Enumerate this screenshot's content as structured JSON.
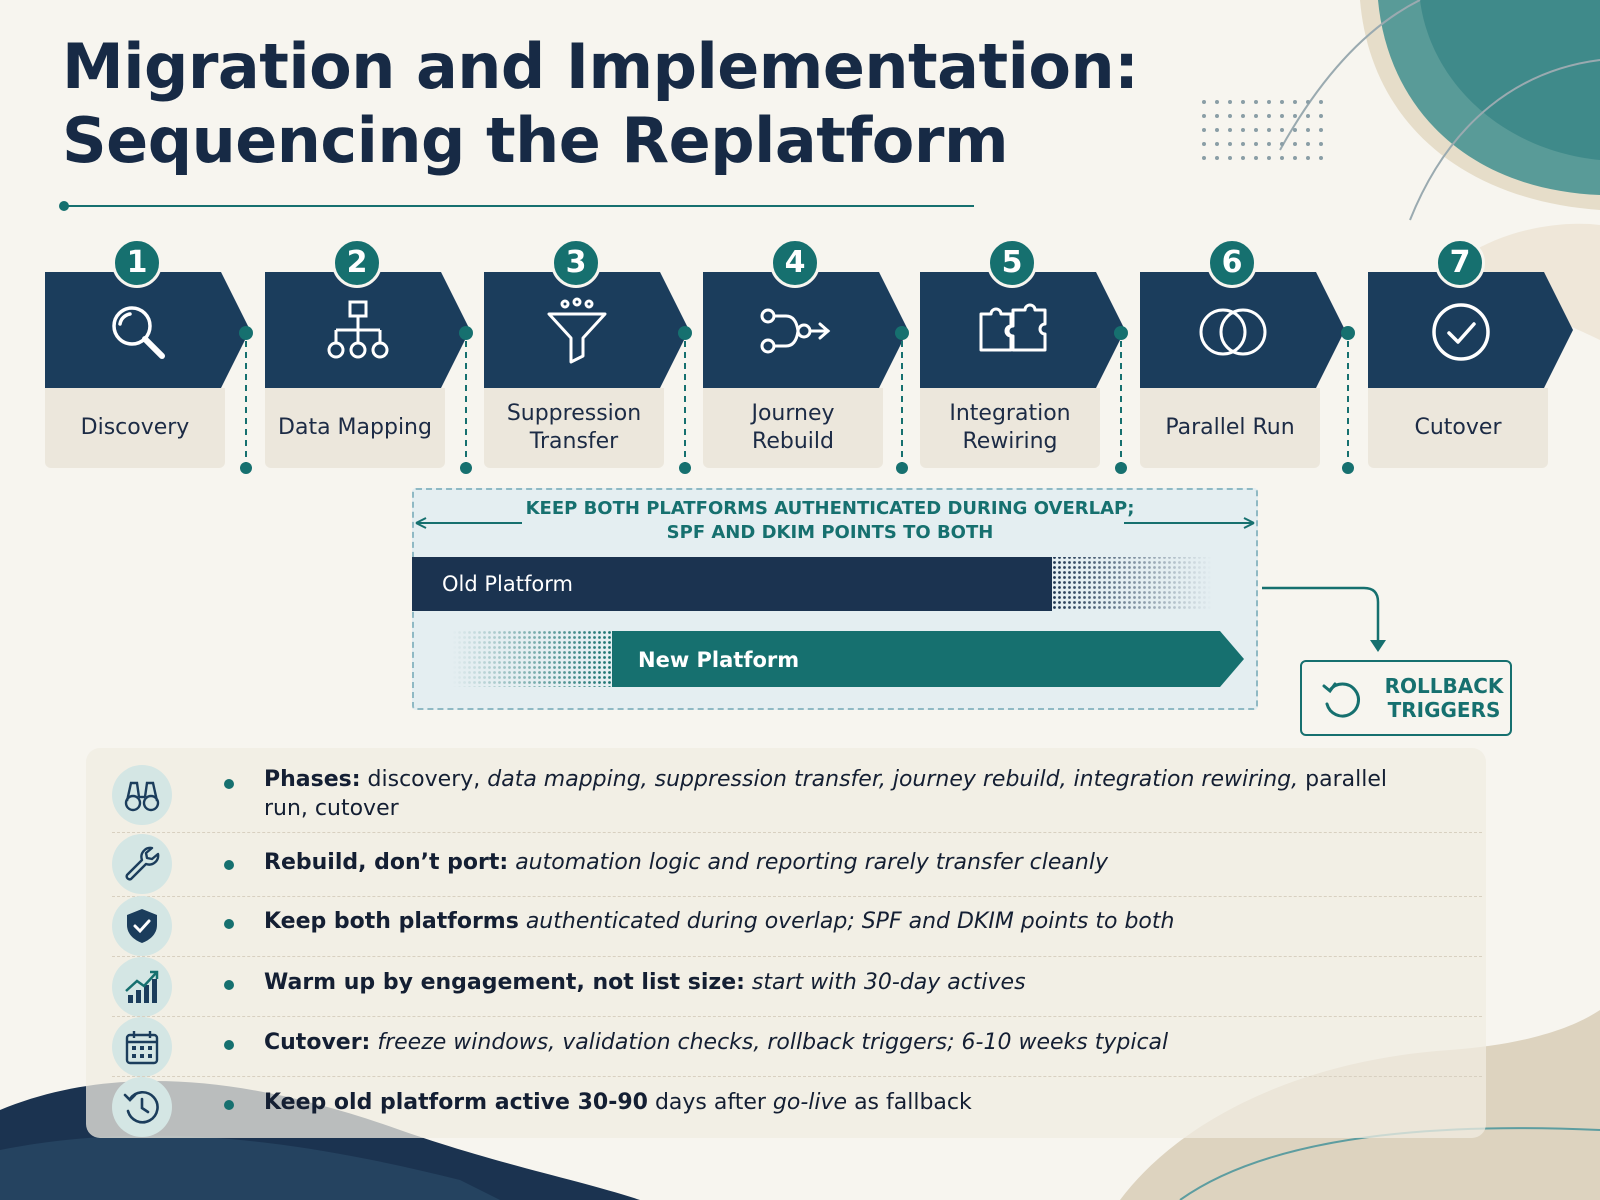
{
  "title": "Migration and Implementation: Sequencing the Replatform",
  "colors": {
    "navy": "#1b3d5c",
    "teal": "#16706f",
    "label_bg": "#ece7dc"
  },
  "steps": [
    {
      "num": "1",
      "label": "Discovery",
      "icon": "magnifier-icon"
    },
    {
      "num": "2",
      "label": "Data Mapping",
      "icon": "hierarchy-icon"
    },
    {
      "num": "3",
      "label": "Suppression Transfer",
      "icon": "funnel-icon"
    },
    {
      "num": "4",
      "label": "Journey Rebuild",
      "icon": "journey-branch-icon"
    },
    {
      "num": "5",
      "label": "Integration Rewiring",
      "icon": "puzzle-icon"
    },
    {
      "num": "6",
      "label": "Parallel Run",
      "icon": "overlapping-circles-icon"
    },
    {
      "num": "7",
      "label": "Cutover",
      "icon": "check-circle-icon"
    }
  ],
  "overlap": {
    "note": "KEEP BOTH PLATFORMS AUTHENTICATED DURING OVERLAP; SPF AND DKIM POINTS TO BOTH",
    "old_platform": "Old Platform",
    "new_platform": "New Platform",
    "rollback": "ROLLBACK TRIGGERS"
  },
  "bullets": [
    {
      "icon": "binoculars-icon",
      "bold": "Phases:",
      "bold_rest": " discovery,",
      "italic": " data mapping, suppression transfer, journey rebuild, integration rewiring,",
      "plain": " parallel run, cutover"
    },
    {
      "icon": "wrench-icon",
      "bold": "Rebuild, don’t port:",
      "bold_rest": "",
      "italic": " automation logic and reporting rarely transfer cleanly",
      "plain": ""
    },
    {
      "icon": "shield-check-icon",
      "bold": "Keep both platforms",
      "bold_rest": "",
      "italic": " authenticated during overlap; SPF and DKIM points to both",
      "plain": ""
    },
    {
      "icon": "growth-chart-icon",
      "bold": "Warm up by engagement, not list size:",
      "bold_rest": "",
      "italic": " start with 30-day actives",
      "plain": ""
    },
    {
      "icon": "calendar-icon",
      "bold": "Cutover:",
      "bold_rest": "",
      "italic": " freeze windows, validation checks, rollback triggers; 6-10 weeks typical",
      "plain": ""
    },
    {
      "icon": "history-clock-icon",
      "bold": "Keep old platform active 30-90",
      "bold_rest": " days after",
      "italic": " go-live",
      "plain": " as fallback"
    }
  ]
}
